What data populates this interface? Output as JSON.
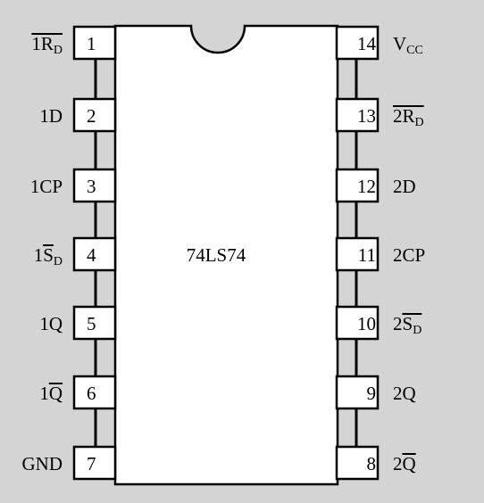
{
  "chip": {
    "label": "74LS74",
    "colors": {
      "background": "#d4d4d4",
      "body": "#ffffff",
      "stroke": "#000000"
    }
  },
  "left_pins": [
    {
      "number": "1",
      "signal": "1RD",
      "parts": [
        {
          "t": "1R",
          "bar": true
        },
        {
          "t": "D",
          "sub": true,
          "bar": true
        }
      ]
    },
    {
      "number": "2",
      "signal": "1D",
      "parts": [
        {
          "t": "1D"
        }
      ]
    },
    {
      "number": "3",
      "signal": "1CP",
      "parts": [
        {
          "t": "1CP"
        }
      ]
    },
    {
      "number": "4",
      "signal": "1SD",
      "parts": [
        {
          "t": "1"
        },
        {
          "t": "S",
          "bar": true
        },
        {
          "t": "D",
          "sub": true
        }
      ]
    },
    {
      "number": "5",
      "signal": "1Q",
      "parts": [
        {
          "t": "1Q"
        }
      ]
    },
    {
      "number": "6",
      "signal": "1Q",
      "parts": [
        {
          "t": "1"
        },
        {
          "t": "Q",
          "bar": true
        }
      ]
    },
    {
      "number": "7",
      "signal": "GND",
      "parts": [
        {
          "t": "GND"
        }
      ]
    }
  ],
  "right_pins": [
    {
      "number": "14",
      "signal": "VCC",
      "parts": [
        {
          "t": "V"
        },
        {
          "t": "CC",
          "sub": true
        }
      ]
    },
    {
      "number": "13",
      "signal": "2RD",
      "parts": [
        {
          "t": "2R",
          "bar": true
        },
        {
          "t": "D",
          "sub": true,
          "bar": true
        }
      ]
    },
    {
      "number": "12",
      "signal": "2D",
      "parts": [
        {
          "t": "2D"
        }
      ]
    },
    {
      "number": "11",
      "signal": "2CP",
      "parts": [
        {
          "t": "2CP"
        }
      ]
    },
    {
      "number": "10",
      "signal": "2SD",
      "parts": [
        {
          "t": "2"
        },
        {
          "t": "S",
          "bar": true
        },
        {
          "t": "D",
          "sub": true,
          "bar": true
        }
      ]
    },
    {
      "number": "9",
      "signal": "2Q",
      "parts": [
        {
          "t": "2Q"
        }
      ]
    },
    {
      "number": "8",
      "signal": "2Q",
      "parts": [
        {
          "t": "2"
        },
        {
          "t": "Q",
          "bar": true
        }
      ]
    }
  ]
}
